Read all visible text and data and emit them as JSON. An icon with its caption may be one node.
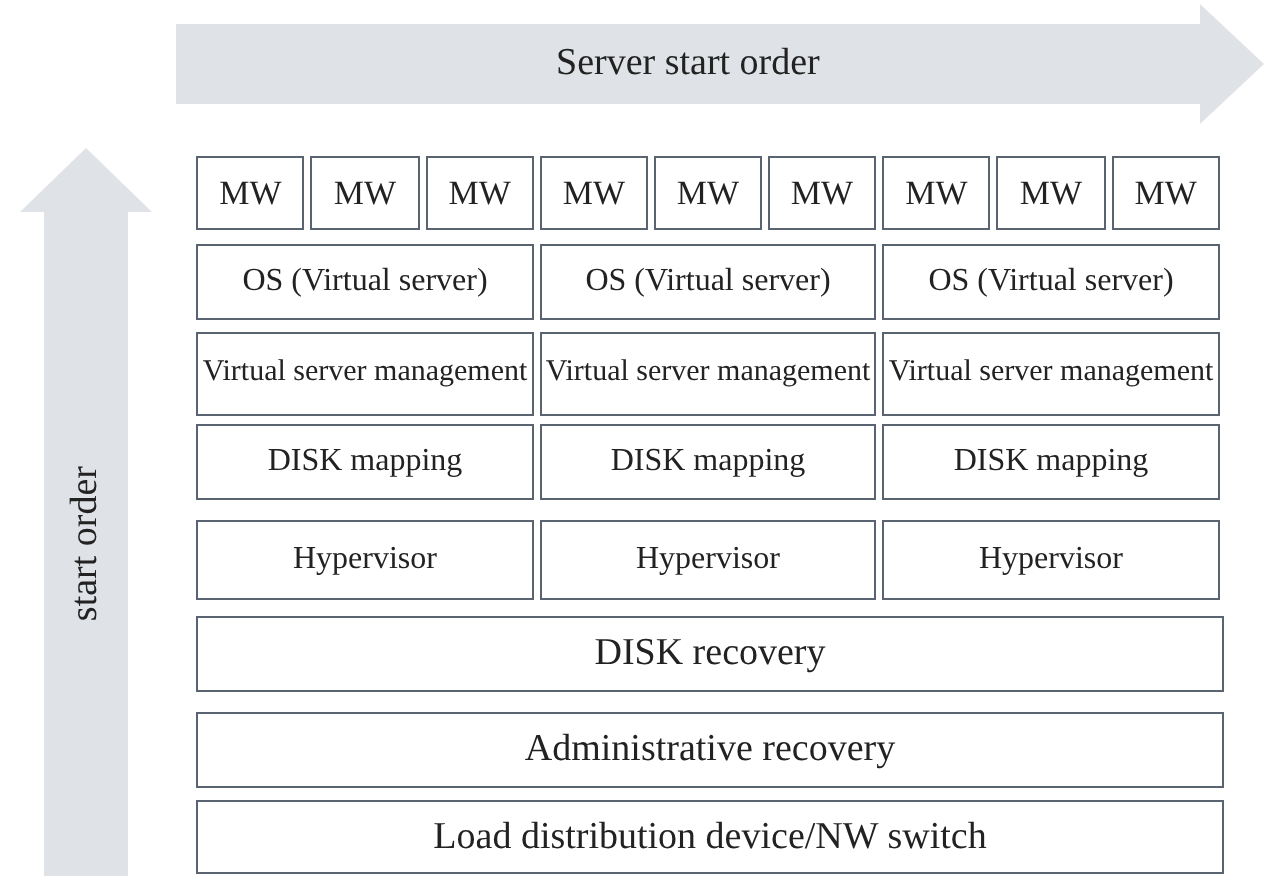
{
  "diagram": {
    "nodes": [
      {
        "text": [
          "Server start order"
        ]
      },
      {
        "text": [
          "MW"
        ]
      },
      {
        "text": [
          "MW"
        ]
      },
      {
        "text": [
          "MW"
        ]
      },
      {
        "text": [
          "MW"
        ]
      },
      {
        "text": [
          "MW"
        ]
      },
      {
        "text": [
          "MW"
        ]
      },
      {
        "text": [
          "MW"
        ]
      },
      {
        "text": [
          "MW"
        ]
      },
      {
        "text": [
          "MW"
        ]
      },
      {
        "text": [
          "OS (Virtual server)"
        ]
      },
      {
        "text": [
          "OS (Virtual server)"
        ]
      },
      {
        "text": [
          "OS (Virtual server)"
        ]
      },
      {
        "text": [
          "Virtual server management"
        ]
      },
      {
        "text": [
          "Virtual server management"
        ]
      },
      {
        "text": [
          "Virtual server management"
        ]
      },
      {
        "text": [
          "DISK mapping"
        ]
      },
      {
        "text": [
          "DISK mapping"
        ]
      },
      {
        "text": [
          "DISK mapping"
        ]
      },
      {
        "text": [
          "Hypervisor"
        ]
      },
      {
        "text": [
          "Hypervisor"
        ]
      },
      {
        "text": [
          "Hypervisor"
        ]
      },
      {
        "text": [
          "DISK recovery"
        ]
      },
      {
        "text": [
          "Administrative recovery"
        ]
      },
      {
        "text": [
          "Load distribution device/NW switch"
        ]
      },
      {
        "text": [
          "start order"
        ]
      }
    ],
    "edges": []
  }
}
